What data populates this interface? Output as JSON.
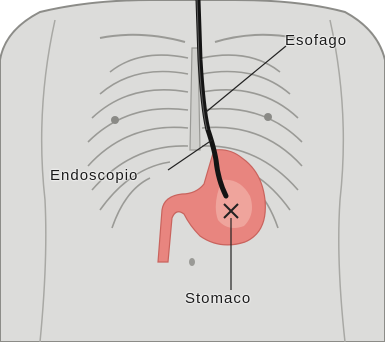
{
  "labels": {
    "esofago": "Esofago",
    "endoscopio": "Endoscopio",
    "stomaco": "Stomaco"
  },
  "colors": {
    "background": "#ffffff",
    "body_fill": "#dcdcda",
    "body_outline": "#8c8c88",
    "ribs": "#9a9a96",
    "stomach": "#e8857f",
    "stomach_light": "#f2b0a8",
    "endoscope": "#141414",
    "leader_line": "#222222"
  }
}
